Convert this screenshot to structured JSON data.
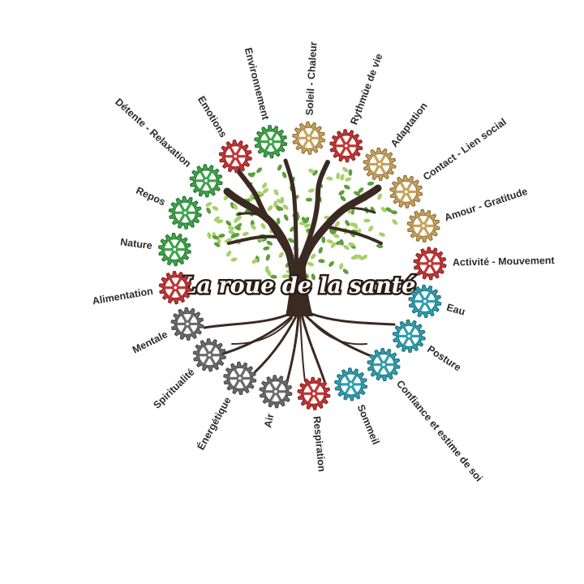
{
  "title": "La roue de la santé",
  "colors": {
    "red": "#c33535",
    "green": "#3da54a",
    "gold": "#c9a25a",
    "gray": "#6b6b6b",
    "teal": "#2e9fb0",
    "trunk": "#3a2a22",
    "leaf_light": "#a8d06a",
    "leaf_dark": "#5e9e3c"
  },
  "gears": [
    {
      "label": "Environnement",
      "color": "green"
    },
    {
      "label": "Soleil - Chaleur",
      "color": "gold"
    },
    {
      "label": "Rythmùe de vie",
      "color": "red"
    },
    {
      "label": "Adaptation",
      "color": "gold"
    },
    {
      "label": "Contact - Lien social",
      "color": "gold"
    },
    {
      "label": "Amour - Gratitude",
      "color": "gold"
    },
    {
      "label": "Activité - Mouvement",
      "color": "red"
    },
    {
      "label": "Eau",
      "color": "teal"
    },
    {
      "label": "Posture",
      "color": "teal"
    },
    {
      "label": "Confiance et estime de soi",
      "color": "teal"
    },
    {
      "label": "Sommeil",
      "color": "teal"
    },
    {
      "label": "Respiration",
      "color": "red"
    },
    {
      "label": "Air",
      "color": "gray"
    },
    {
      "label": "Énergétique",
      "color": "gray"
    },
    {
      "label": "Spiritualité",
      "color": "gray"
    },
    {
      "label": "Mentale",
      "color": "gray"
    },
    {
      "label": "Alimentation",
      "color": "red"
    },
    {
      "label": "Nature",
      "color": "green"
    },
    {
      "label": "Repos",
      "color": "green"
    },
    {
      "label": "Détente - Relaxation",
      "color": "green"
    },
    {
      "label": "Emotions",
      "color": "red"
    }
  ]
}
